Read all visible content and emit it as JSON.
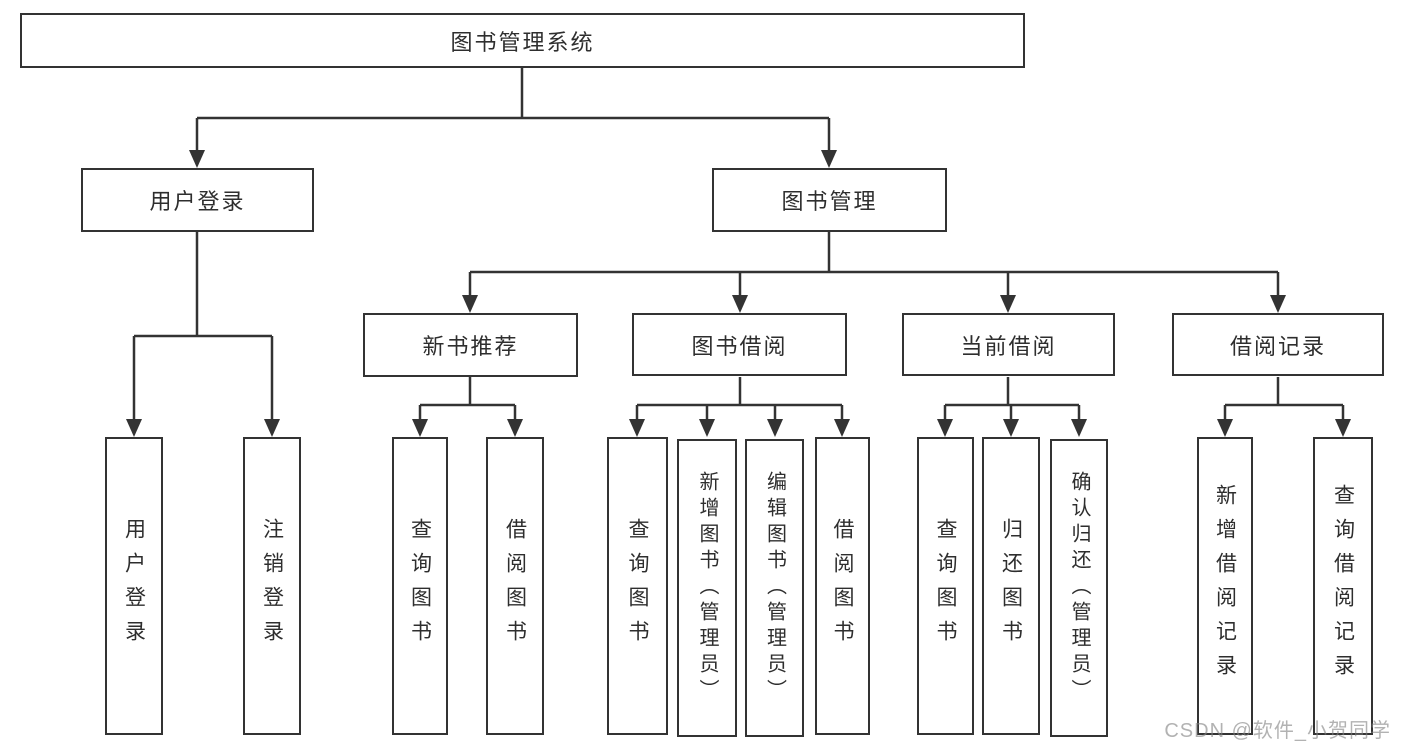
{
  "diagram": {
    "root": {
      "label": "图书管理系统"
    },
    "level2": {
      "user_login": {
        "label": "用户登录"
      },
      "book_mgmt": {
        "label": "图书管理"
      }
    },
    "level3": {
      "new_book": {
        "label": "新书推荐"
      },
      "borrow": {
        "label": "图书借阅"
      },
      "current": {
        "label": "当前借阅"
      },
      "records": {
        "label": "借阅记录"
      }
    },
    "leaves": {
      "user_login_login": {
        "label": "用户登录"
      },
      "user_login_logout": {
        "label": "注销登录"
      },
      "new_book_query": {
        "label": "查询图书"
      },
      "new_book_borrow": {
        "label": "借阅图书"
      },
      "borrow_query": {
        "label": "查询图书"
      },
      "borrow_add": {
        "label": "新增图书（管理员）"
      },
      "borrow_edit": {
        "label": "编辑图书（管理员）"
      },
      "borrow_borrow": {
        "label": "借阅图书"
      },
      "current_query": {
        "label": "查询图书"
      },
      "current_return": {
        "label": "归还图书"
      },
      "current_confirm": {
        "label": "确认归还（管理员）"
      },
      "records_add": {
        "label": "新增借阅记录"
      },
      "records_query": {
        "label": "查询借阅记录"
      }
    }
  },
  "watermark": {
    "text": "CSDN @软件_小贺同学"
  },
  "colors": {
    "line": "#333333",
    "text": "#2e2e2e",
    "background": "#ffffff"
  }
}
